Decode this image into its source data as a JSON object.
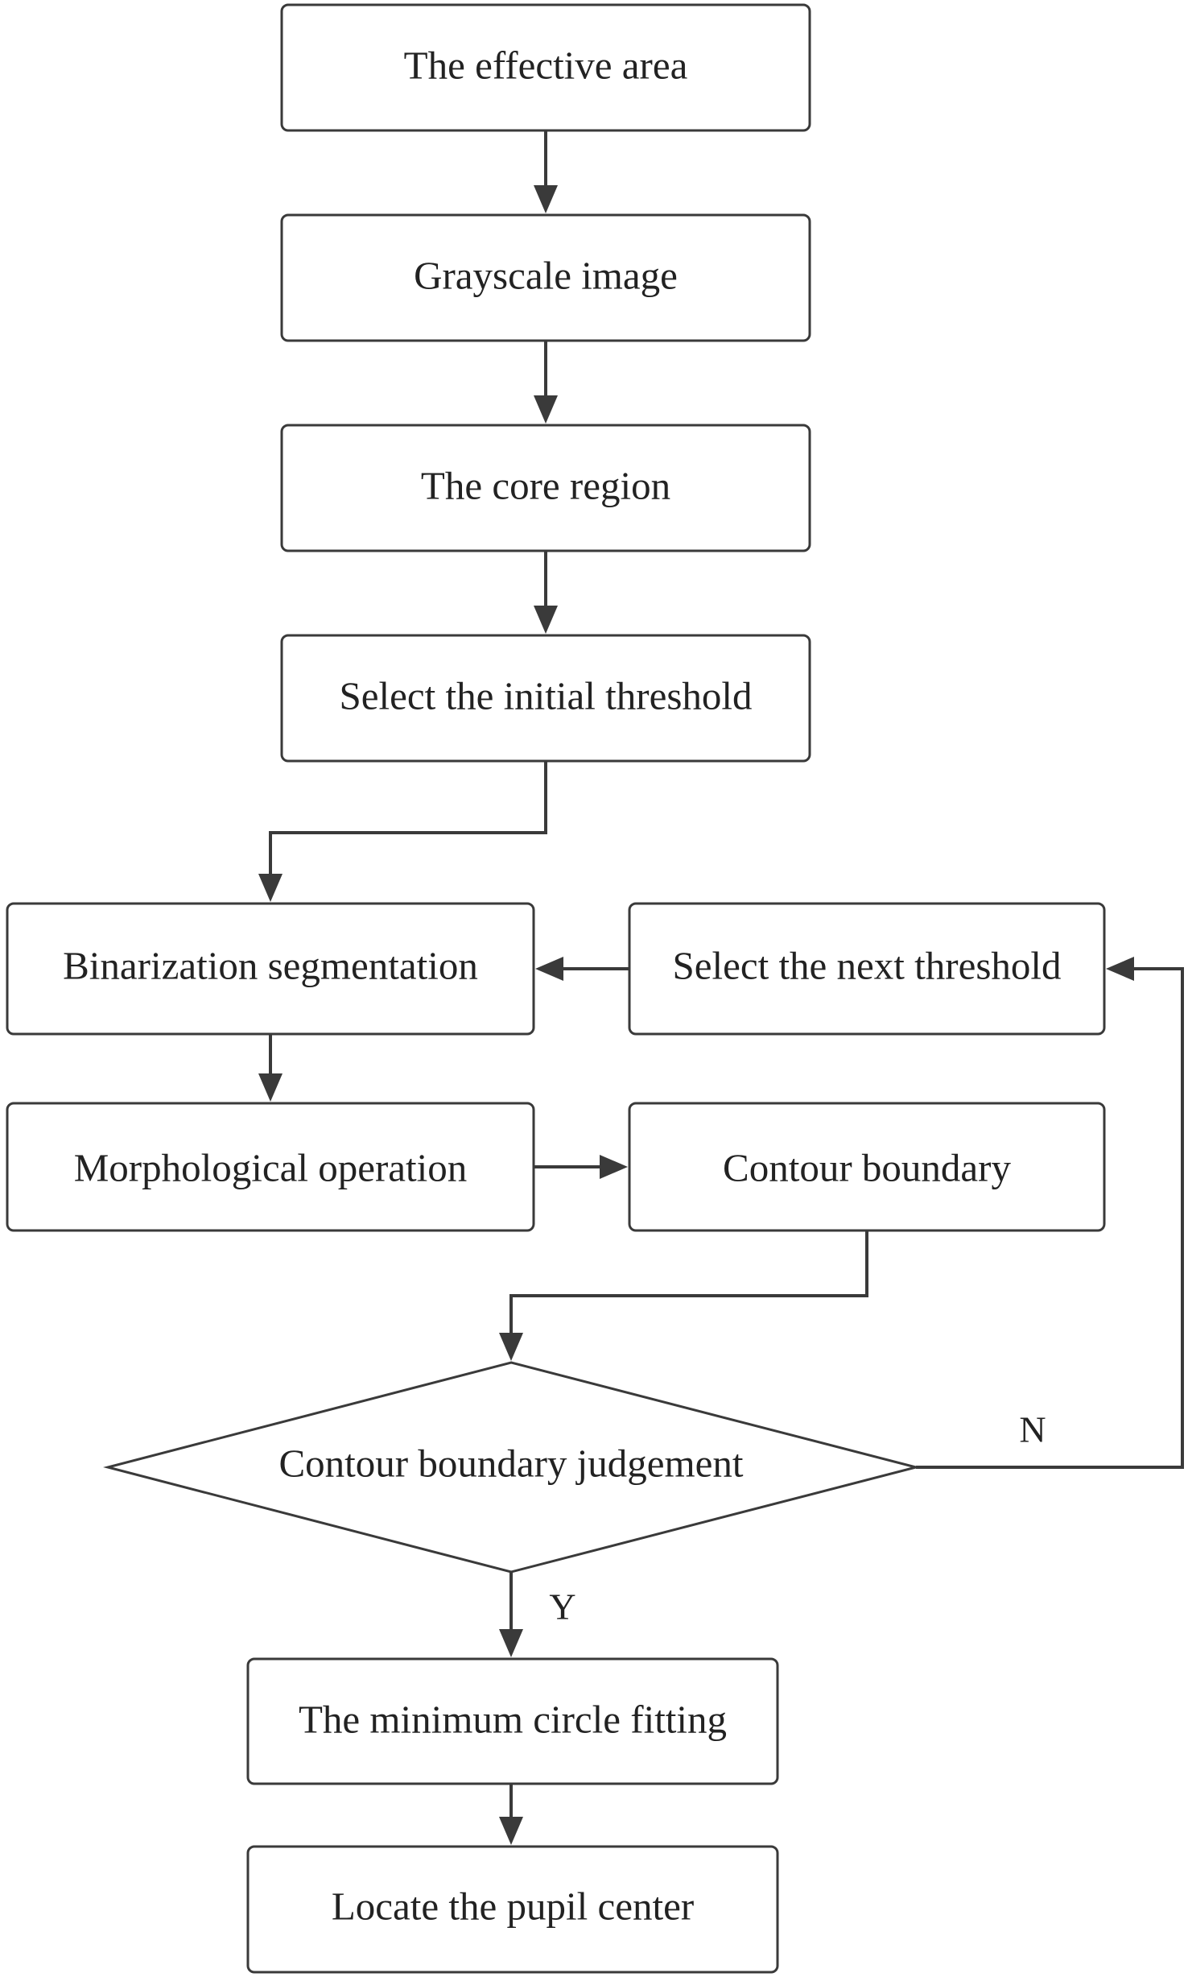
{
  "nodes": {
    "effective_area": "The effective area",
    "grayscale_image": "Grayscale image",
    "core_region": "The core region",
    "initial_threshold": "Select the initial threshold",
    "binarization": "Binarization segmentation",
    "next_threshold": "Select the next threshold",
    "morphological": "Morphological operation",
    "contour_boundary": "Contour boundary",
    "judgement": "Contour boundary judgement",
    "circle_fitting": "The minimum circle fitting",
    "pupil_center": "Locate the pupil center"
  },
  "edge_labels": {
    "no": "N",
    "yes": "Y"
  }
}
